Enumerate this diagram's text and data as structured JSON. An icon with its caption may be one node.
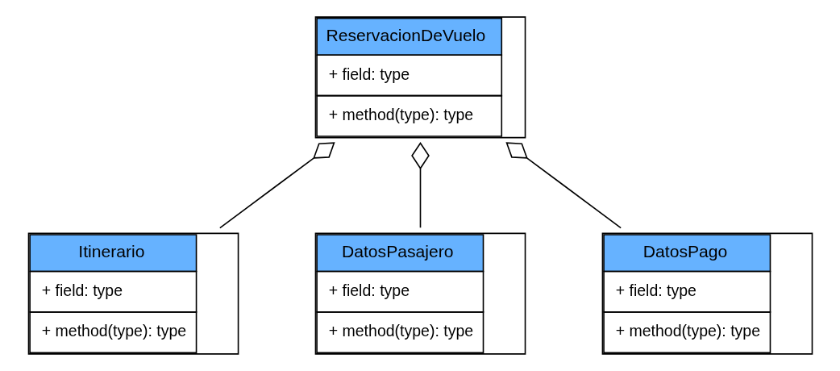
{
  "diagram": {
    "nodes": [
      {
        "text": [
          "ReservacionDeVuelo",
          "+ field: type",
          "+ method(type): type"
        ]
      },
      {
        "text": [
          "Itinerario",
          "+ field: type",
          "+ method(type): type"
        ]
      },
      {
        "text": [
          "DatosPasajero",
          "+ field: type",
          "+ method(type): type"
        ]
      },
      {
        "text": [
          "DatosPago",
          "+ field: type",
          "+ method(type): type"
        ]
      }
    ],
    "edges": [
      {
        "from": 1,
        "to": 0,
        "arrow": "other"
      },
      {
        "from": 2,
        "to": 0,
        "arrow": "other"
      },
      {
        "from": 3,
        "to": 0,
        "arrow": "other"
      }
    ]
  }
}
